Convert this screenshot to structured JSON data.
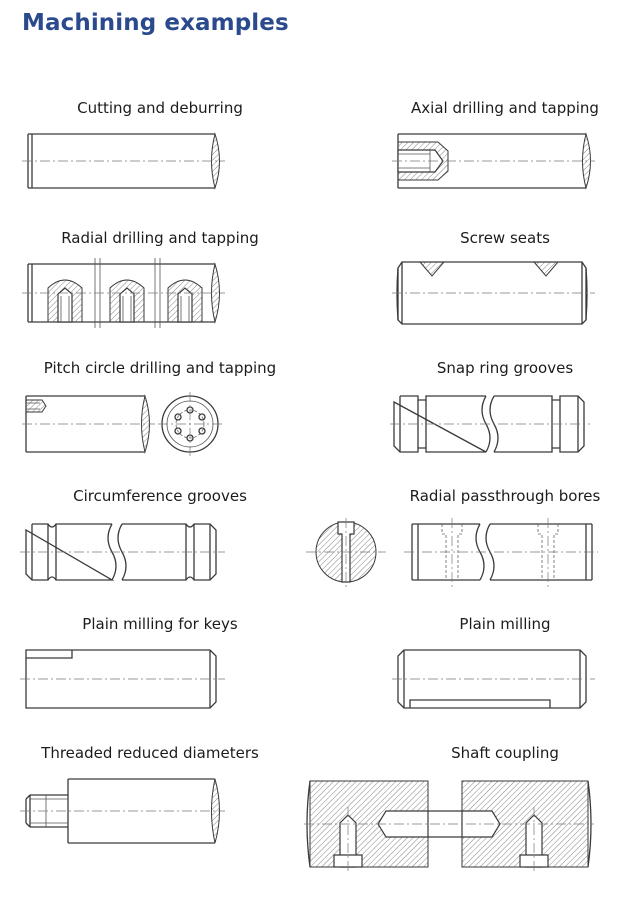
{
  "header": {
    "title": "Machining examples"
  },
  "examples": [
    {
      "caption": "Cutting and deburring",
      "icon": "cut-shaft-drawing"
    },
    {
      "caption": "Axial drilling and tapping",
      "icon": "axial-tapped-shaft-drawing"
    },
    {
      "caption": "Radial drilling and tapping",
      "icon": "radial-tapped-shaft-drawing"
    },
    {
      "caption": "Screw seats",
      "icon": "screw-seat-shaft-drawing"
    },
    {
      "caption": "Pitch circle drilling and tapping",
      "icon": "pitch-circle-shaft-drawing"
    },
    {
      "caption": "Snap ring grooves",
      "icon": "snap-ring-groove-drawing"
    },
    {
      "caption": "Circumference grooves",
      "icon": "circumference-groove-drawing"
    },
    {
      "caption": "Radial passthrough bores",
      "icon": "passthrough-bore-drawing"
    },
    {
      "caption": "Plain milling for keys",
      "icon": "key-milling-drawing"
    },
    {
      "caption": "Plain milling",
      "icon": "plain-milling-drawing"
    },
    {
      "caption": "Threaded reduced diameters",
      "icon": "threaded-end-drawing"
    },
    {
      "caption": "Shaft coupling",
      "icon": "shaft-coupling-drawing"
    }
  ]
}
